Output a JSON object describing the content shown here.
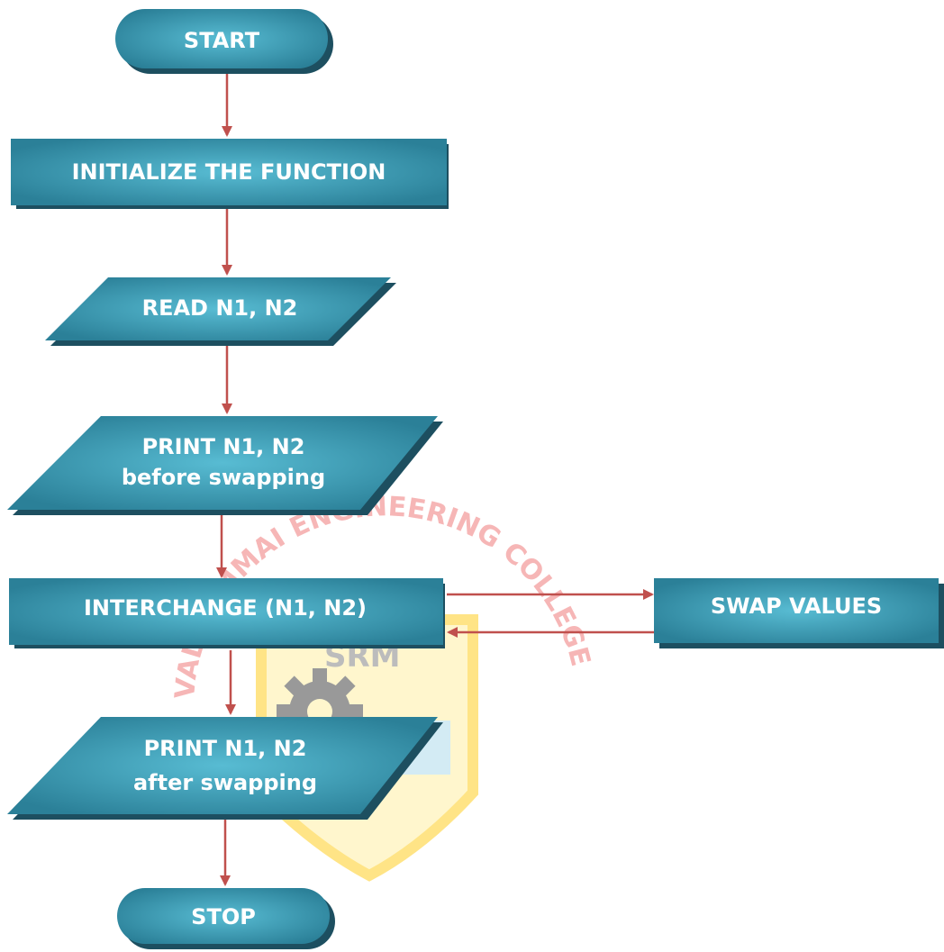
{
  "colors": {
    "shape_fill": "#2f8ba6",
    "shape_fill_light": "#4fb0c8",
    "shape_shadow": "#1d4f60",
    "arrow": "#c0504d",
    "watermark_text": "#f4a0a0",
    "watermark_shield": "#ffe680"
  },
  "flowchart": {
    "nodes": [
      {
        "id": "start",
        "shape": "terminator",
        "label": "START"
      },
      {
        "id": "init",
        "shape": "process",
        "label": "INITIALIZE THE FUNCTION"
      },
      {
        "id": "read",
        "shape": "io",
        "label": "READ N1, N2"
      },
      {
        "id": "print-before",
        "shape": "io",
        "label_line1": "PRINT N1, N2",
        "label_line2": "before swapping"
      },
      {
        "id": "interchange",
        "shape": "process",
        "label": "INTERCHANGE (N1, N2)"
      },
      {
        "id": "swap",
        "shape": "process",
        "label": "SWAP VALUES"
      },
      {
        "id": "print-after",
        "shape": "io",
        "label_line1": "PRINT N1, N2",
        "label_line2": "after swapping"
      },
      {
        "id": "stop",
        "shape": "terminator",
        "label": "STOP"
      }
    ]
  },
  "watermark": {
    "arc_text": "VALLIAMMAI ENGINEERING COLLEGE",
    "logo_text": "SRM",
    "icon": "gear-icon"
  }
}
